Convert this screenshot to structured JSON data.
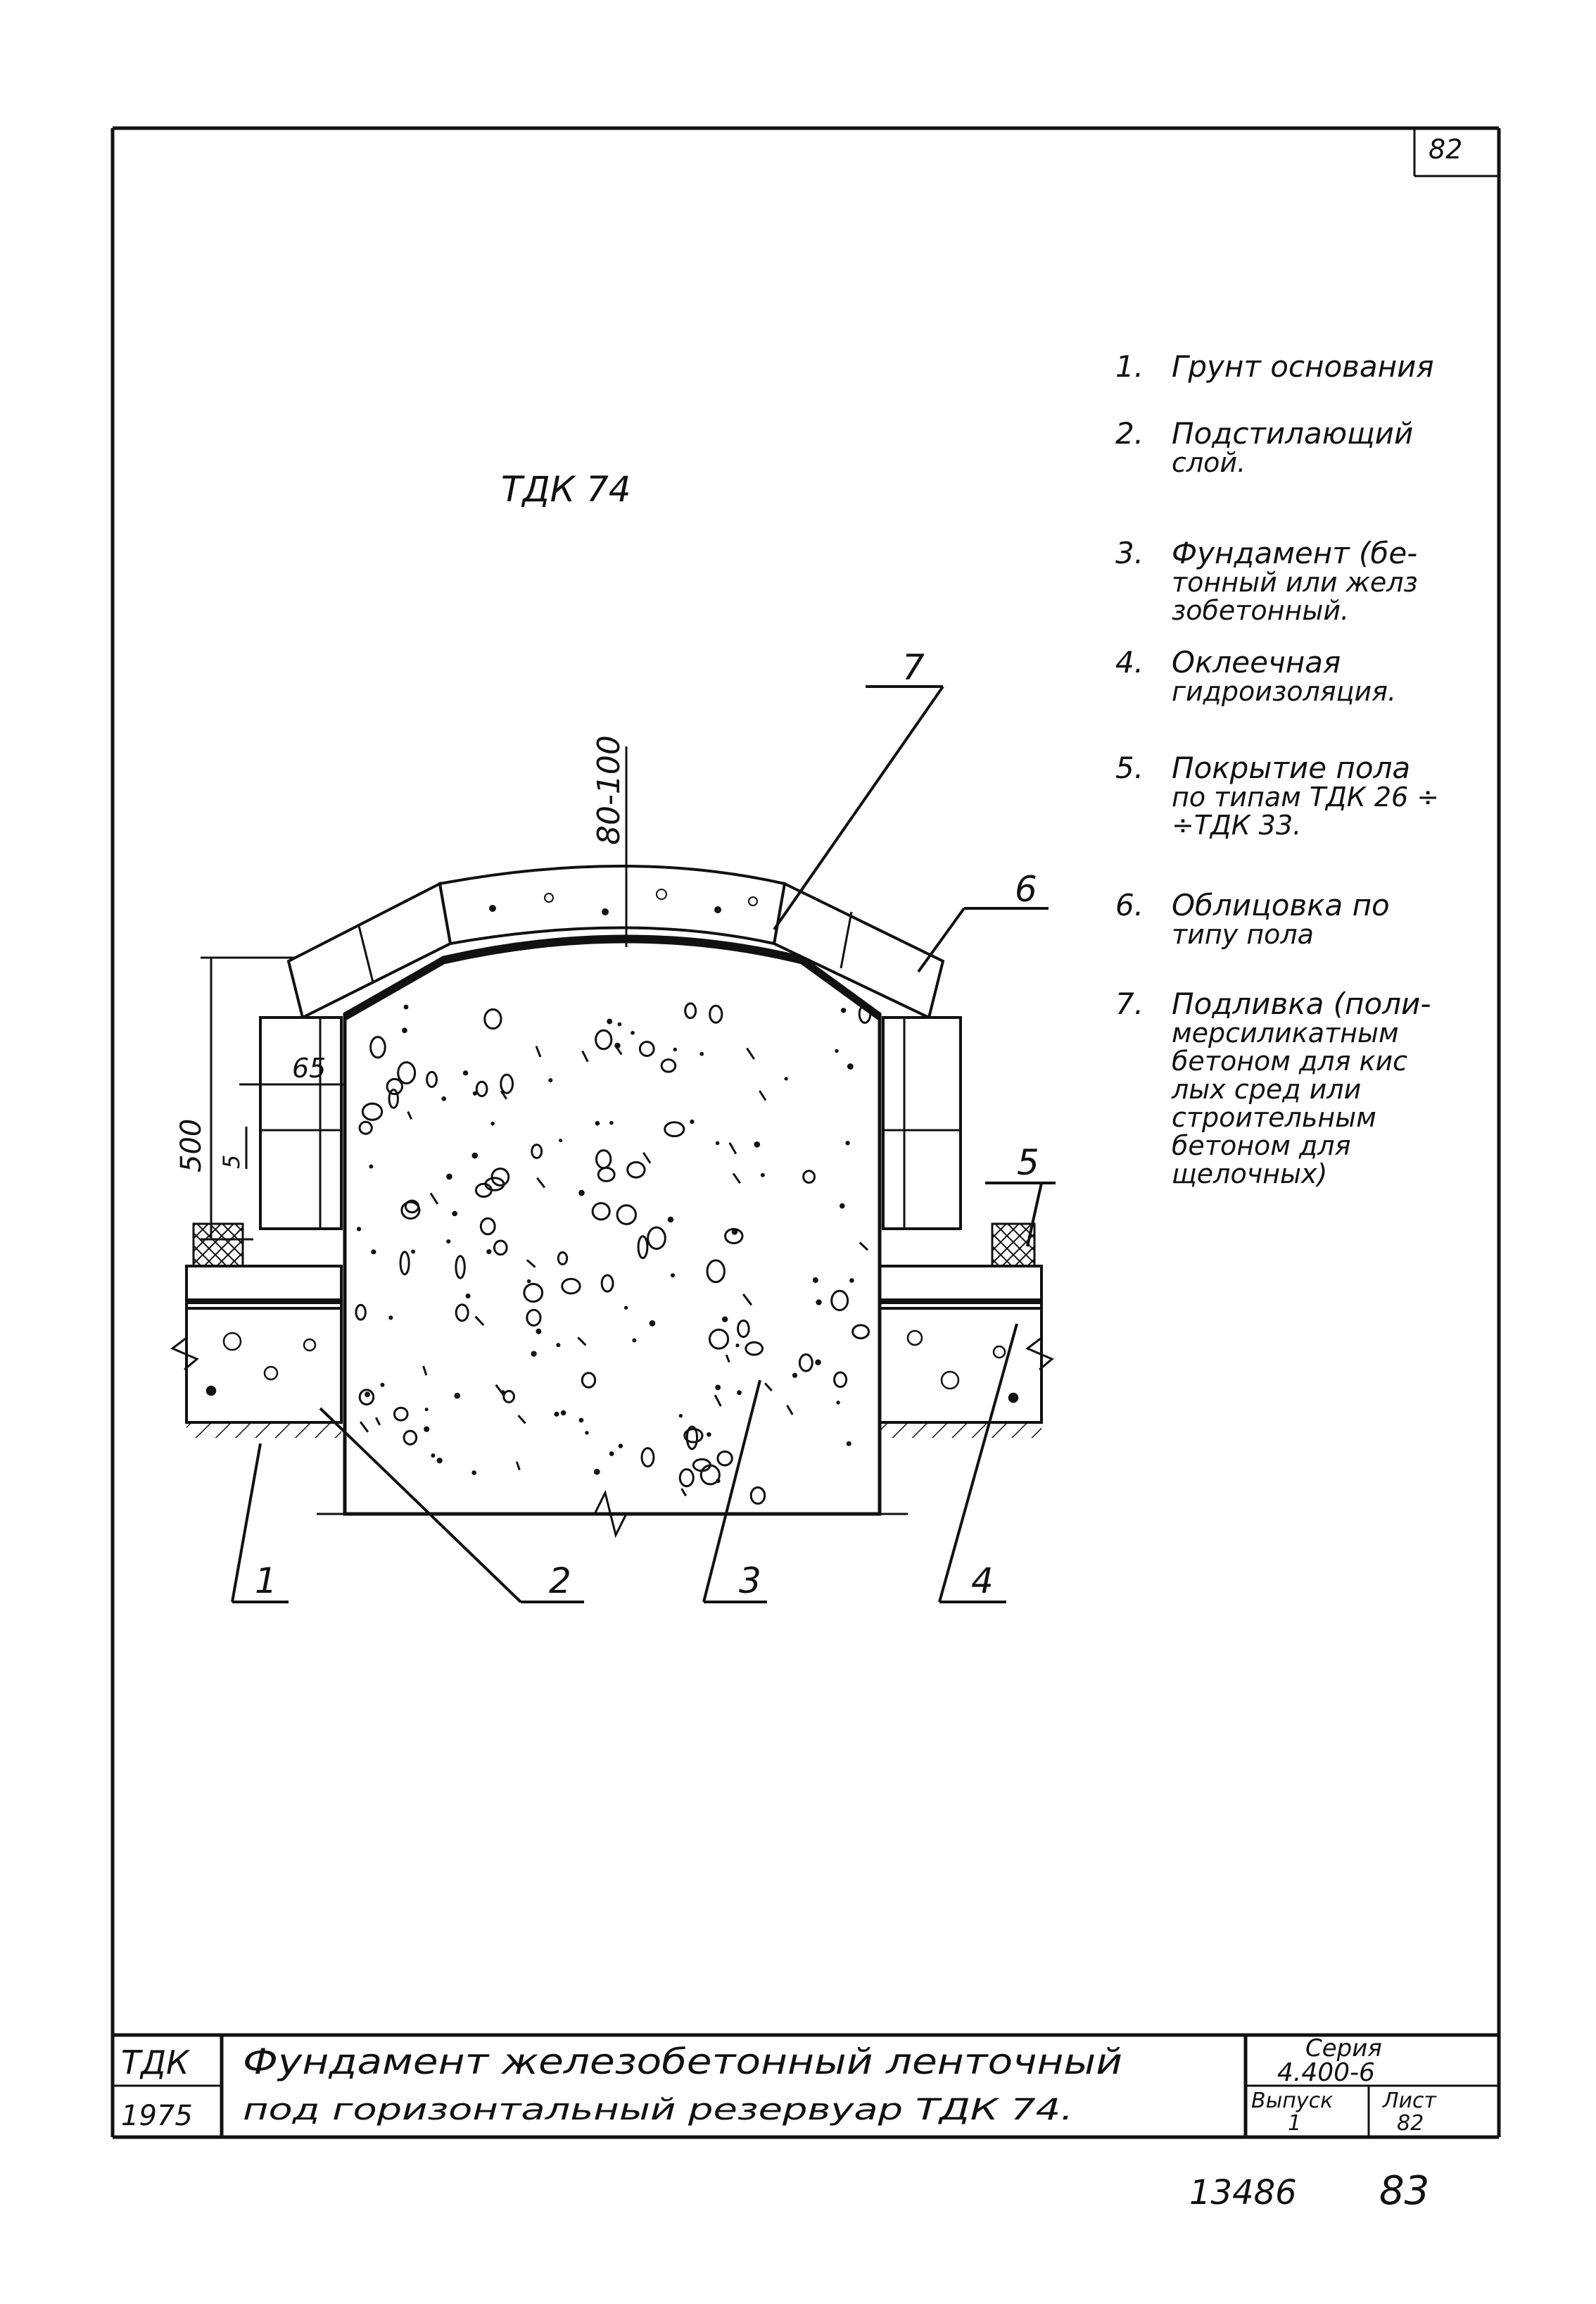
{
  "sheet": {
    "corner_number": "82",
    "drawing_code": "ТДК 74",
    "bottom_note_left": "13486",
    "bottom_note_right": "83"
  },
  "legend": [
    {
      "num": "1.",
      "lines": [
        "Грунт основания"
      ]
    },
    {
      "num": "2.",
      "lines": [
        "Подстилающий",
        "слой."
      ]
    },
    {
      "num": "3.",
      "lines": [
        "Фундамент (бе-",
        "тонный или желз",
        "зобетонный."
      ]
    },
    {
      "num": "4.",
      "lines": [
        "Оклеечная",
        "гидроизоляция."
      ]
    },
    {
      "num": "5.",
      "lines": [
        "Покрытие пола",
        "по типам ТДК 26 ÷",
        "÷ТДК 33."
      ]
    },
    {
      "num": "6.",
      "lines": [
        "Облицовка по",
        "типу пола"
      ]
    },
    {
      "num": "7.",
      "lines": [
        "Подливка (поли-",
        "мерсиликатным",
        "бетоном для кис",
        "лых сред или",
        "строительным",
        "бетоном для",
        "щелочных)"
      ]
    }
  ],
  "callouts": [
    "1",
    "2",
    "3",
    "4",
    "5",
    "6",
    "7"
  ],
  "dimensions": {
    "pour_thickness": "80-100",
    "height": "500",
    "offset": "65",
    "gap": "5"
  },
  "title_block": {
    "org": "ТДК",
    "year": "1975",
    "title_line1": "Фундамент железобетонный ленточный",
    "title_line2": "под горизонтальный резервуар ТДК 74.",
    "series_label": "Серия",
    "series_value": "4.400-6",
    "issue_label": "Выпуск",
    "issue_value": "1",
    "sheet_label": "Лист",
    "sheet_value": "82"
  }
}
